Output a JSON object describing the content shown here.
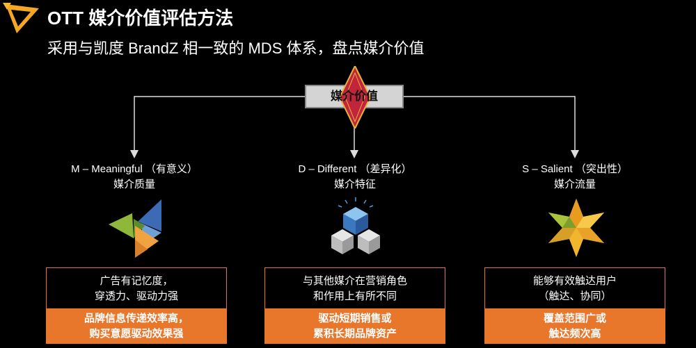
{
  "header": {
    "title": "OTT 媒介价值评估方法",
    "subtitle": "采用与凯度 BrandZ 相一致的 MDS 体系，盘点媒介价值"
  },
  "center": {
    "label": "媒介价值"
  },
  "columns": [
    {
      "title": "M – Meaningful （有意义）",
      "subtitle": "媒介质量",
      "icon": "triangles-icon",
      "desc": [
        "广告有记忆度，",
        "穿透力、驱动力强"
      ],
      "highlight": [
        "品牌信息传递效率高，",
        "购买意愿驱动效果强"
      ]
    },
    {
      "title": "D – Different （差异化）",
      "subtitle": "媒介特征",
      "icon": "cubes-icon",
      "desc": [
        "与其他媒介在营销角色",
        "和作用上有所不同"
      ],
      "highlight": [
        "驱动短期销售或",
        "累积长期品牌资产"
      ]
    },
    {
      "title": "S – Salient （突出性）",
      "subtitle": "媒介流量",
      "icon": "star-icon",
      "desc": [
        "能够有效触达用户",
        "（触达、协同）"
      ],
      "highlight": [
        "覆盖范围广或",
        "触达频次高"
      ]
    }
  ],
  "colors": {
    "accent": "#e8762b",
    "center_box": "#d4d4d4",
    "diamond": "#c0253b"
  }
}
